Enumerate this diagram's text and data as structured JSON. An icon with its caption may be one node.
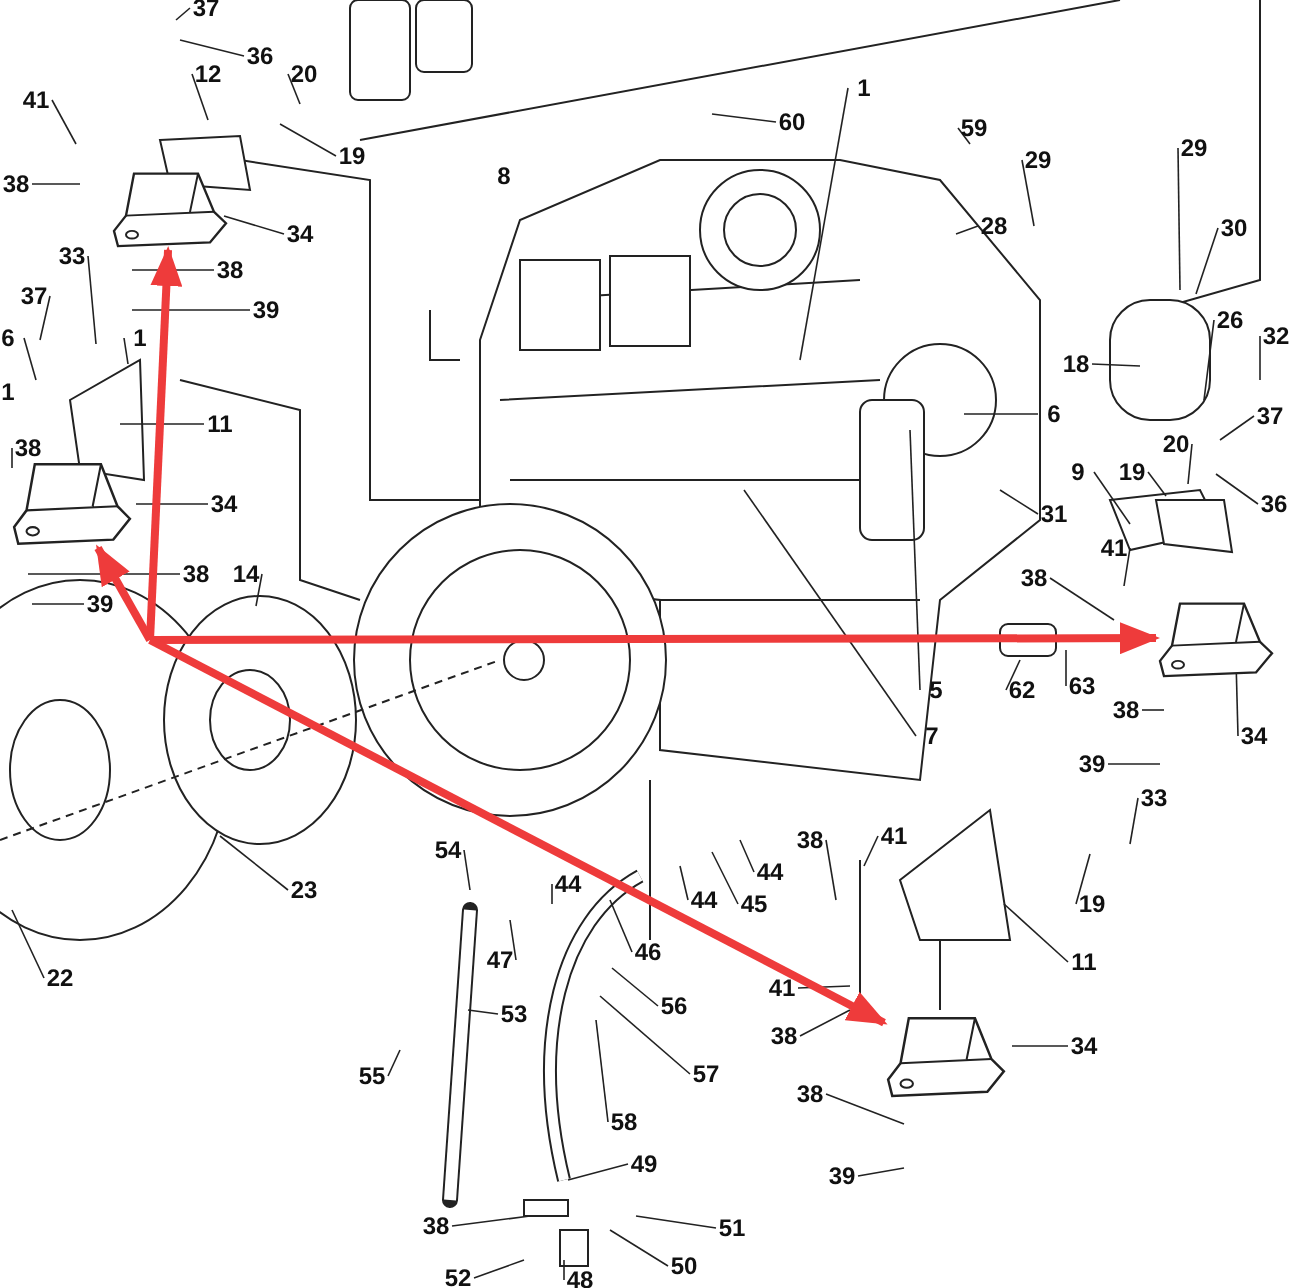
{
  "diagram": {
    "nodes": [
      {
        "text": [],
        "shape": "picture"
      },
      {
        "text": [],
        "shape": "picture"
      },
      {
        "text": [],
        "shape": "picture"
      },
      {
        "text": [],
        "shape": "picture"
      }
    ],
    "edges": [
      {
        "from": null,
        "to": 0,
        "arrow": "to"
      },
      {
        "from": null,
        "to": 1,
        "arrow": "to"
      },
      {
        "from": null,
        "to": 2,
        "arrow": "to"
      },
      {
        "from": null,
        "to": 3,
        "arrow": "to"
      }
    ],
    "labels": [
      "37",
      "36",
      "12",
      "20",
      "41",
      "1",
      "60",
      "59",
      "19",
      "29",
      "29",
      "38",
      "8",
      "34",
      "28",
      "30",
      "33",
      "38",
      "37",
      "39",
      "6",
      "1",
      "26",
      "32",
      "18",
      "1",
      "11",
      "6",
      "37",
      "38",
      "20",
      "9",
      "19",
      "34",
      "31",
      "36",
      "41",
      "38",
      "14",
      "38",
      "39",
      "5",
      "62",
      "63",
      "38",
      "7",
      "34",
      "39",
      "33",
      "54",
      "38",
      "41",
      "23",
      "44",
      "44",
      "44",
      "45",
      "19",
      "46",
      "22",
      "47",
      "11",
      "56",
      "41",
      "53",
      "38",
      "34",
      "55",
      "57",
      "38",
      "58",
      "49",
      "39",
      "38",
      "51",
      "52",
      "48",
      "50"
    ]
  }
}
